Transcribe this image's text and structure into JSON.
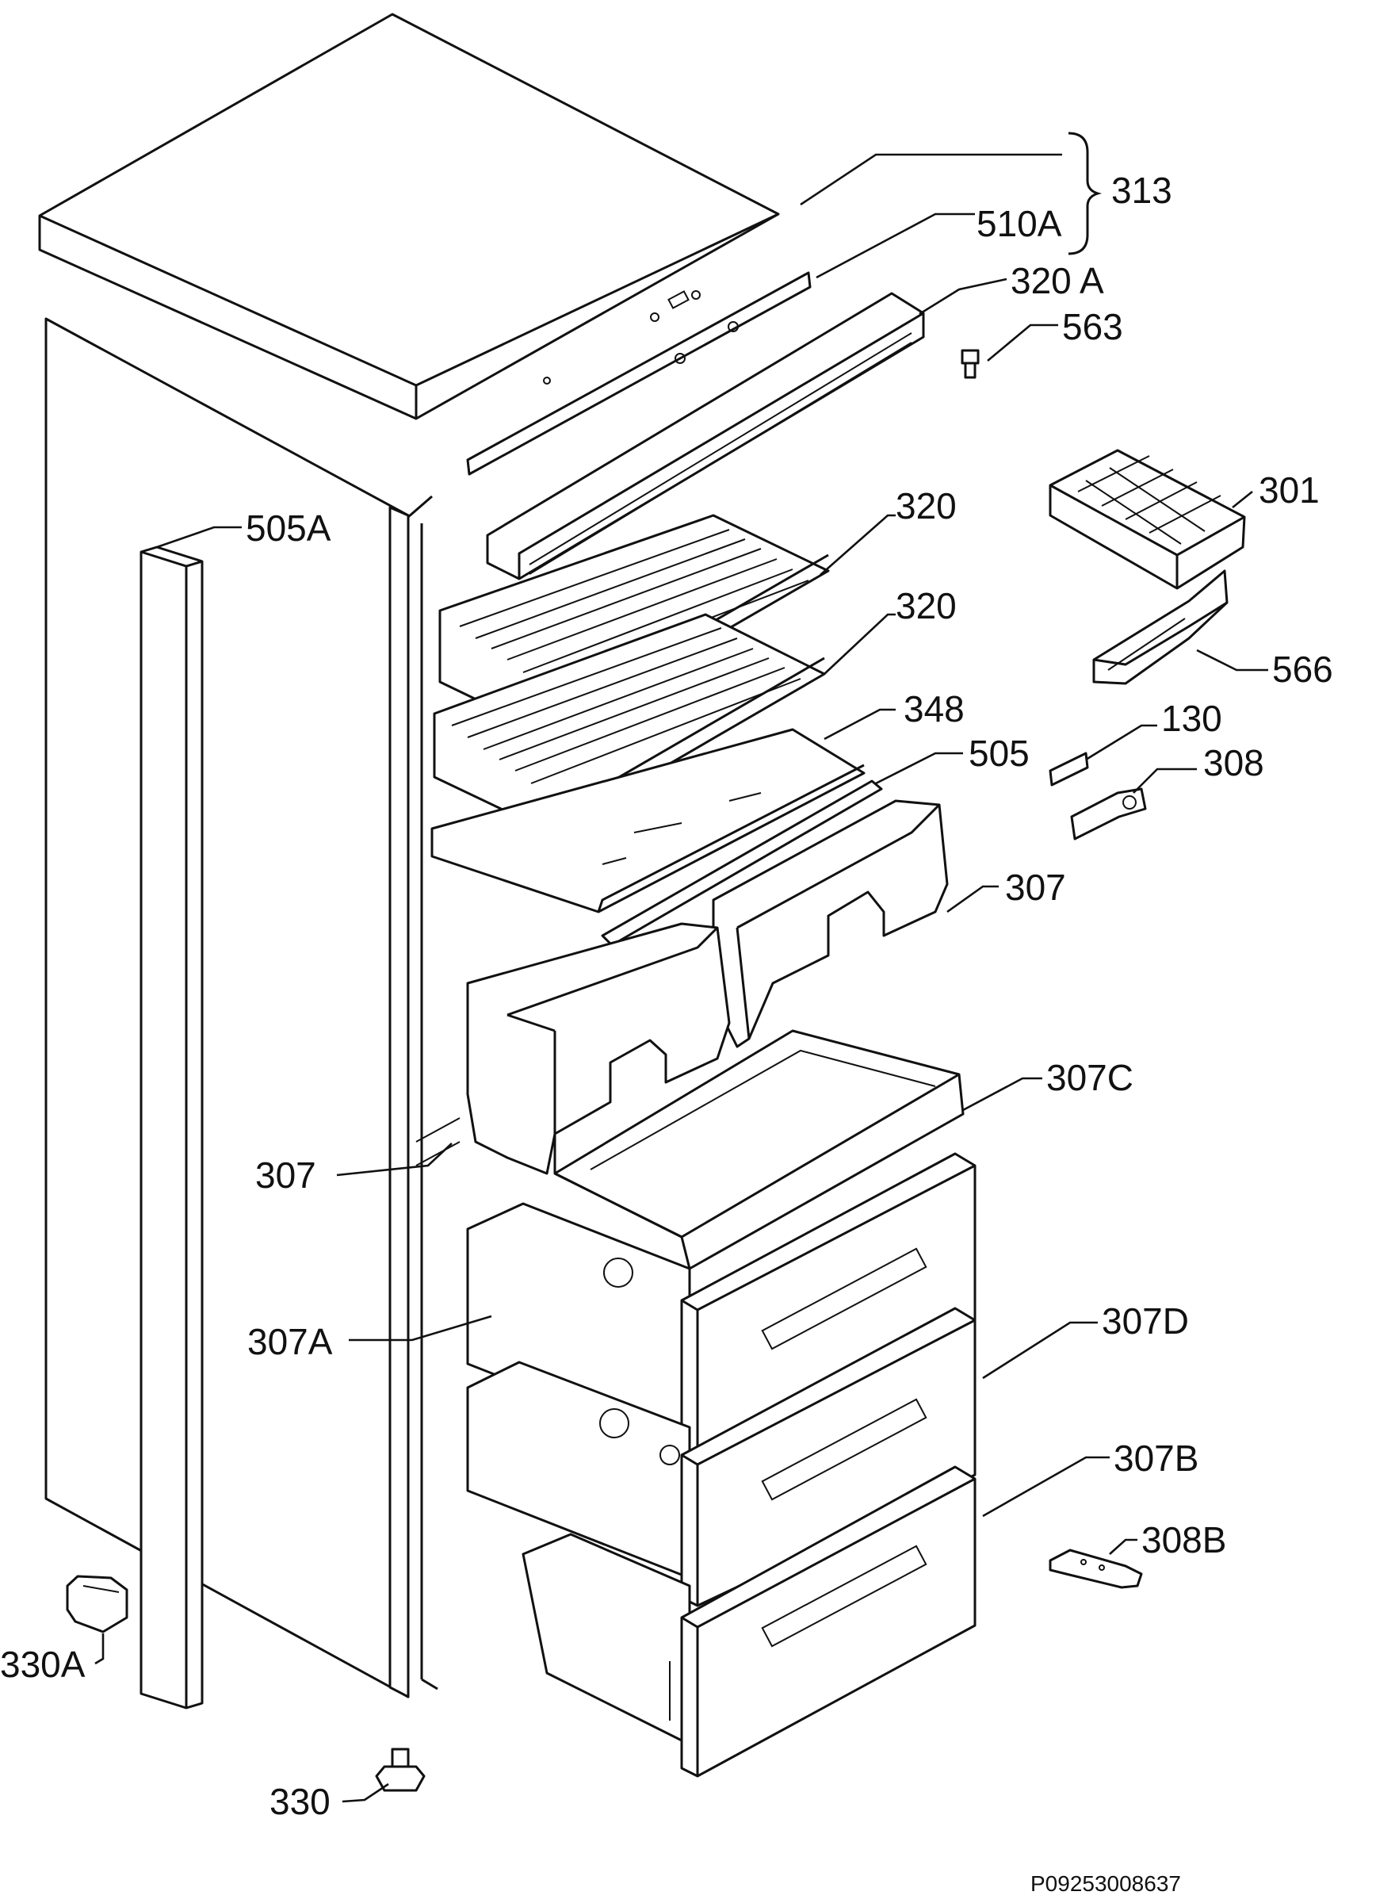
{
  "diagram": {
    "callouts": [
      {
        "id": "313",
        "text": "313"
      },
      {
        "id": "510A",
        "text": "510A"
      },
      {
        "id": "320A",
        "text": "320 A"
      },
      {
        "id": "563",
        "text": "563"
      },
      {
        "id": "301",
        "text": "301"
      },
      {
        "id": "505A",
        "text": "505A"
      },
      {
        "id": "320-upper",
        "text": "320"
      },
      {
        "id": "320-lower",
        "text": "320"
      },
      {
        "id": "566",
        "text": "566"
      },
      {
        "id": "348",
        "text": "348"
      },
      {
        "id": "130",
        "text": "130"
      },
      {
        "id": "505",
        "text": "505"
      },
      {
        "id": "308",
        "text": "308"
      },
      {
        "id": "307-right",
        "text": "307"
      },
      {
        "id": "307C",
        "text": "307C"
      },
      {
        "id": "307-left",
        "text": "307"
      },
      {
        "id": "307D",
        "text": "307D"
      },
      {
        "id": "307A",
        "text": "307A"
      },
      {
        "id": "307B",
        "text": "307B"
      },
      {
        "id": "308B",
        "text": "308B"
      },
      {
        "id": "330A",
        "text": "330A"
      },
      {
        "id": "330",
        "text": "330"
      }
    ],
    "reference_code": "P09253008637"
  }
}
